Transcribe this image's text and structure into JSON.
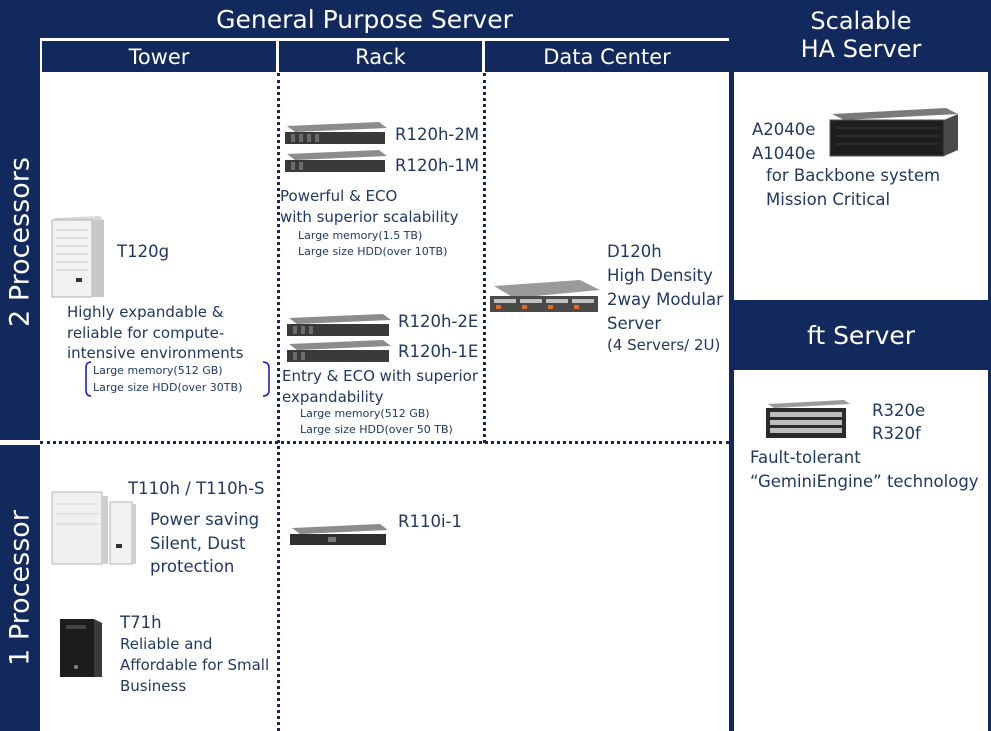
{
  "headers": {
    "general_purpose": "General Purpose Server",
    "scalable_ha": "Scalable\nHA Server",
    "ft_server": "ft Server",
    "tower": "Tower",
    "rack": "Rack",
    "data_center": "Data Center",
    "two_processors": "2 Processors",
    "one_processor": "1 Processor"
  },
  "tower_2p": {
    "model": "T120g",
    "description": "Highly expandable &\nreliable for compute-\nintensive environments",
    "spec1": "Large memory(512 GB)",
    "spec2": "Large size HDD(over 30TB)"
  },
  "rack_2p_top": {
    "model1": "R120h-2M",
    "model2": "R120h-1M",
    "description": "Powerful & ECO\nwith superior scalability",
    "spec1": "Large memory(1.5 TB)",
    "spec2": "Large size HDD(over 10TB)"
  },
  "rack_2p_bottom": {
    "model1": "R120h-2E",
    "model2": "R120h-1E",
    "description": "Entry & ECO with superior\nexpandability",
    "spec1": "Large memory(512 GB)",
    "spec2": "Large size HDD(over 50 TB)"
  },
  "datacenter_2p": {
    "description": "D120h\nHigh Density\n2way Modular\nServer",
    "note": "(4 Servers/ 2U)"
  },
  "tower_1p_a": {
    "model": "T110h / T110h-S",
    "description": "Power saving\nSilent, Dust\nprotection"
  },
  "tower_1p_b": {
    "model": "T71h",
    "description": "Reliable and\nAffordable for Small\nBusiness"
  },
  "rack_1p": {
    "model": "R110i-1"
  },
  "scalable": {
    "models": "A2040e\nA1040e",
    "description": "for Backbone system\nMission Critical"
  },
  "ft": {
    "models": "R320e\nR320f",
    "description": "Fault-tolerant\n“GeminiEngine” technology"
  },
  "colors": {
    "navy": "#12295e",
    "text": "#1f3864",
    "background": "#ffffff"
  }
}
